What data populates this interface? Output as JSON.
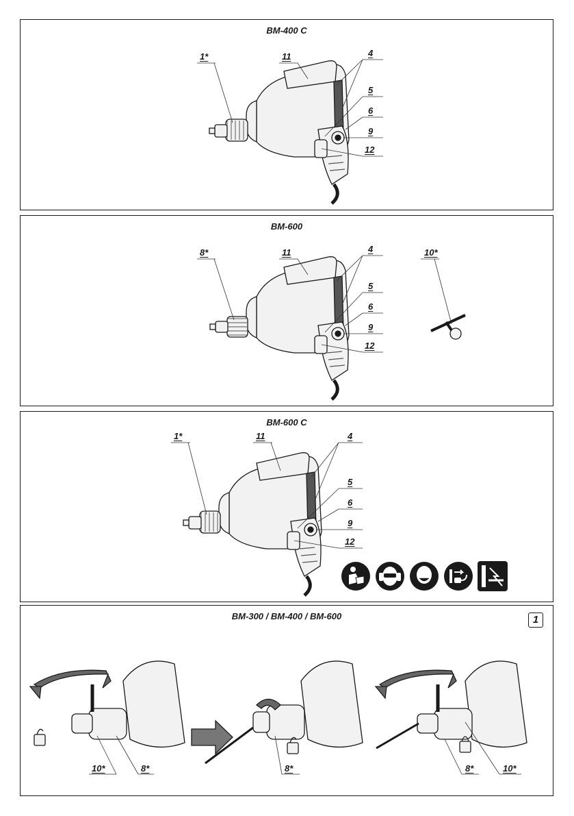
{
  "panels": [
    {
      "title": "BM-400 C",
      "labels": [
        "1*",
        "11",
        "4",
        "5",
        "6",
        "9",
        "12"
      ]
    },
    {
      "title": "BM-600",
      "labels": [
        "8*",
        "11",
        "4",
        "5",
        "6",
        "9",
        "12",
        "10*"
      ]
    },
    {
      "title": "BM-600 C",
      "labels": [
        "1*",
        "11",
        "4",
        "5",
        "6",
        "9",
        "12"
      ]
    },
    {
      "title": "BM-300 / BM-400 / BM-600",
      "figure_number": "1",
      "labels": [
        "10*",
        "8*",
        "8*",
        "8*",
        "10*"
      ]
    }
  ],
  "safety_icons": [
    "read-manual-icon",
    "ear-eye-protection-icon",
    "dust-mask-icon",
    "unplug-before-service-icon",
    "hidden-wiring-warning-icon"
  ],
  "colors": {
    "ink": "#1a1a1a",
    "line": "#333333",
    "body_fill": "#f2f2f2"
  }
}
